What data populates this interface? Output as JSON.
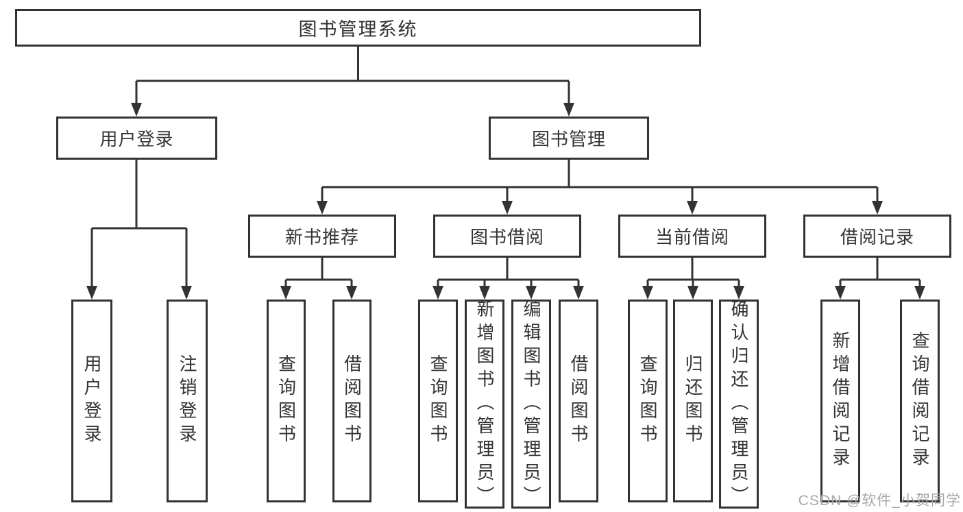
{
  "diagram": {
    "root": "图书管理系统",
    "branches": [
      {
        "label": "用户登录",
        "children": [
          {
            "label": "用户登录"
          },
          {
            "label": "注销登录"
          }
        ]
      },
      {
        "label": "图书管理",
        "groups": [
          {
            "label": "新书推荐",
            "children": [
              {
                "label": "查询图书"
              },
              {
                "label": "借阅图书"
              }
            ]
          },
          {
            "label": "图书借阅",
            "children": [
              {
                "label": "查询图书"
              },
              {
                "label": "新增图书（管理员）"
              },
              {
                "label": "编辑图书（管理员）"
              },
              {
                "label": "借阅图书"
              }
            ]
          },
          {
            "label": "当前借阅",
            "children": [
              {
                "label": "查询图书"
              },
              {
                "label": "归还图书"
              },
              {
                "label": "确认归还（管理员）"
              }
            ]
          },
          {
            "label": "借阅记录",
            "children": [
              {
                "label": "新增借阅记录"
              },
              {
                "label": "查询借阅记录"
              }
            ]
          }
        ]
      }
    ]
  },
  "watermark": {
    "text": "CSDN @软件_小贺同学"
  },
  "colors": {
    "line": "#333333",
    "text": "#333333",
    "box_background": "#ffffff",
    "page_background": "#ffffff",
    "watermark": "#a6a6ac"
  }
}
